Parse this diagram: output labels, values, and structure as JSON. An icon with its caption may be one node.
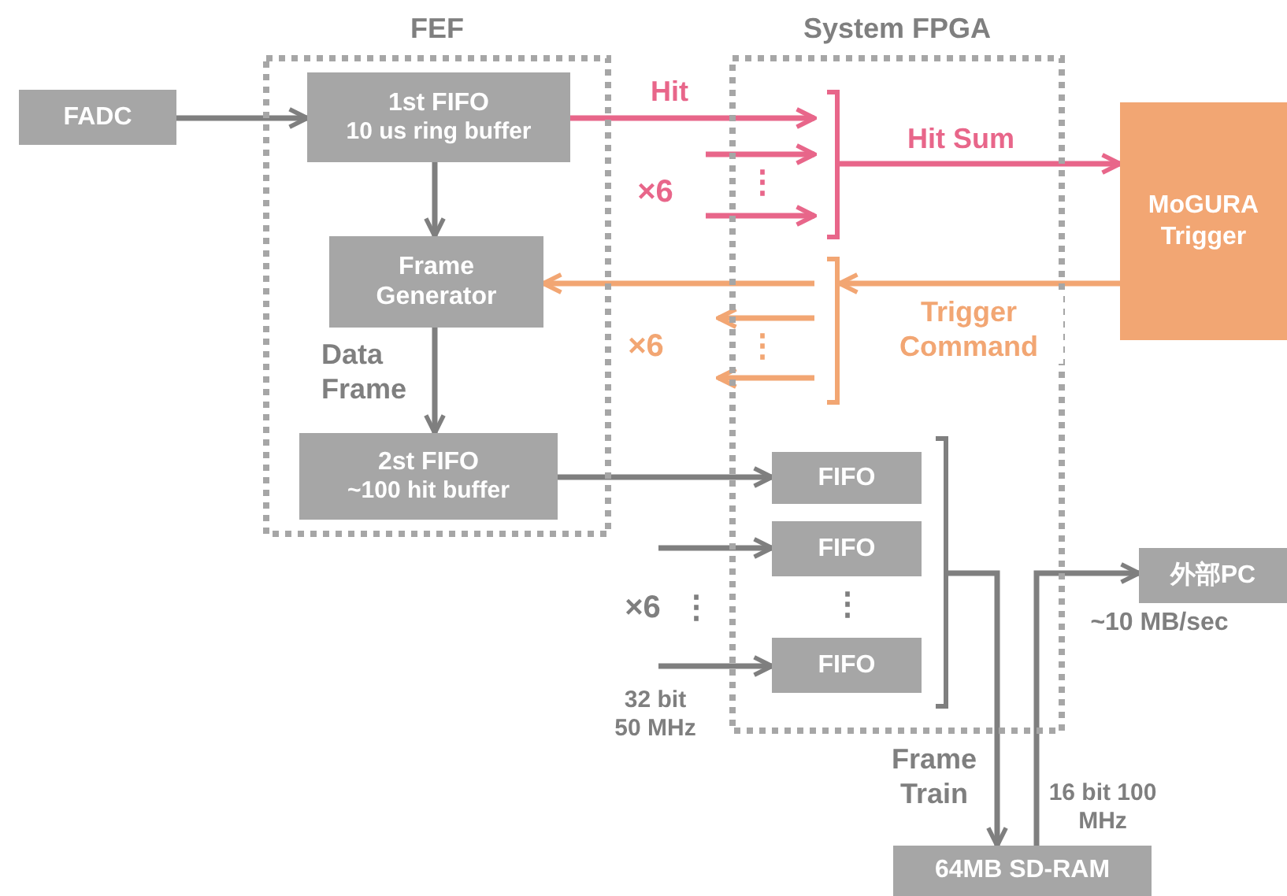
{
  "diagram": {
    "nodes": [
      {
        "text": [
          "FEF"
        ]
      },
      {
        "text": [
          "FADC"
        ]
      },
      {
        "text": [
          "1st FIFO",
          "10 us ring buffer"
        ],
        "in": 0
      },
      {
        "text": [
          "Frame Generator"
        ],
        "in": 0
      },
      {
        "text": [
          "2st FIFO",
          "~100 hit buffer"
        ],
        "in": 0
      },
      {
        "text": [
          "System FPGA"
        ]
      },
      {
        "text": [
          "FIFO"
        ],
        "in": 5
      },
      {
        "text": [
          "FIFO"
        ],
        "in": 5
      },
      {
        "text": [
          "FIFO"
        ],
        "in": 5
      },
      {
        "text": [
          "MoGURA Trigger"
        ]
      },
      {
        "text": [
          "外部PC"
        ]
      },
      {
        "text": [
          "64MB SD-RAM"
        ]
      },
      {
        "text": [],
        "shape": "bracket",
        "in": 5
      },
      {
        "text": [],
        "shape": "bracket",
        "in": 5
      },
      {
        "text": [],
        "shape": "bracket",
        "in": 5
      }
    ],
    "edges": [
      {
        "from": 1,
        "to": 2,
        "arrow": "to"
      },
      {
        "from": 2,
        "to": 3,
        "arrow": "to"
      },
      {
        "from": 3,
        "to": 4,
        "arrow": "to",
        "label": "Data Frame"
      },
      {
        "from": 2,
        "to": 12,
        "arrow": "to",
        "label": "Hit",
        "color": "#e8668a"
      },
      {
        "from": null,
        "to": 12,
        "arrow": "to",
        "color": "#e8668a"
      },
      {
        "from": null,
        "to": 12,
        "arrow": "to",
        "color": "#e8668a"
      },
      {
        "from": 12,
        "to": 9,
        "arrow": "to",
        "label": "Hit Sum",
        "color": "#e8668a"
      },
      {
        "from": 9,
        "to": 13,
        "arrow": "to",
        "label": "Trigger Command",
        "color": "#f2a673"
      },
      {
        "from": 13,
        "to": 3,
        "arrow": "to",
        "color": "#f2a673"
      },
      {
        "from": 13,
        "to": null,
        "arrow": "to",
        "color": "#f2a673"
      },
      {
        "from": 13,
        "to": null,
        "arrow": "to",
        "color": "#f2a673"
      },
      {
        "from": 4,
        "to": 6,
        "arrow": "to"
      },
      {
        "from": null,
        "to": 7,
        "arrow": "to"
      },
      {
        "from": null,
        "to": 8,
        "arrow": "to"
      },
      {
        "from": 14,
        "to": 11,
        "arrow": "to",
        "label": "Frame Train"
      },
      {
        "from": 11,
        "to": 10,
        "arrow": "to",
        "label": "16 bit 100 MHz"
      }
    ],
    "labels": [
      "×6",
      "⋮",
      "×6",
      "⋮",
      "×6",
      "⋮",
      "⋮",
      "~10 MB/sec",
      "32 bit 50 MHz"
    ]
  }
}
